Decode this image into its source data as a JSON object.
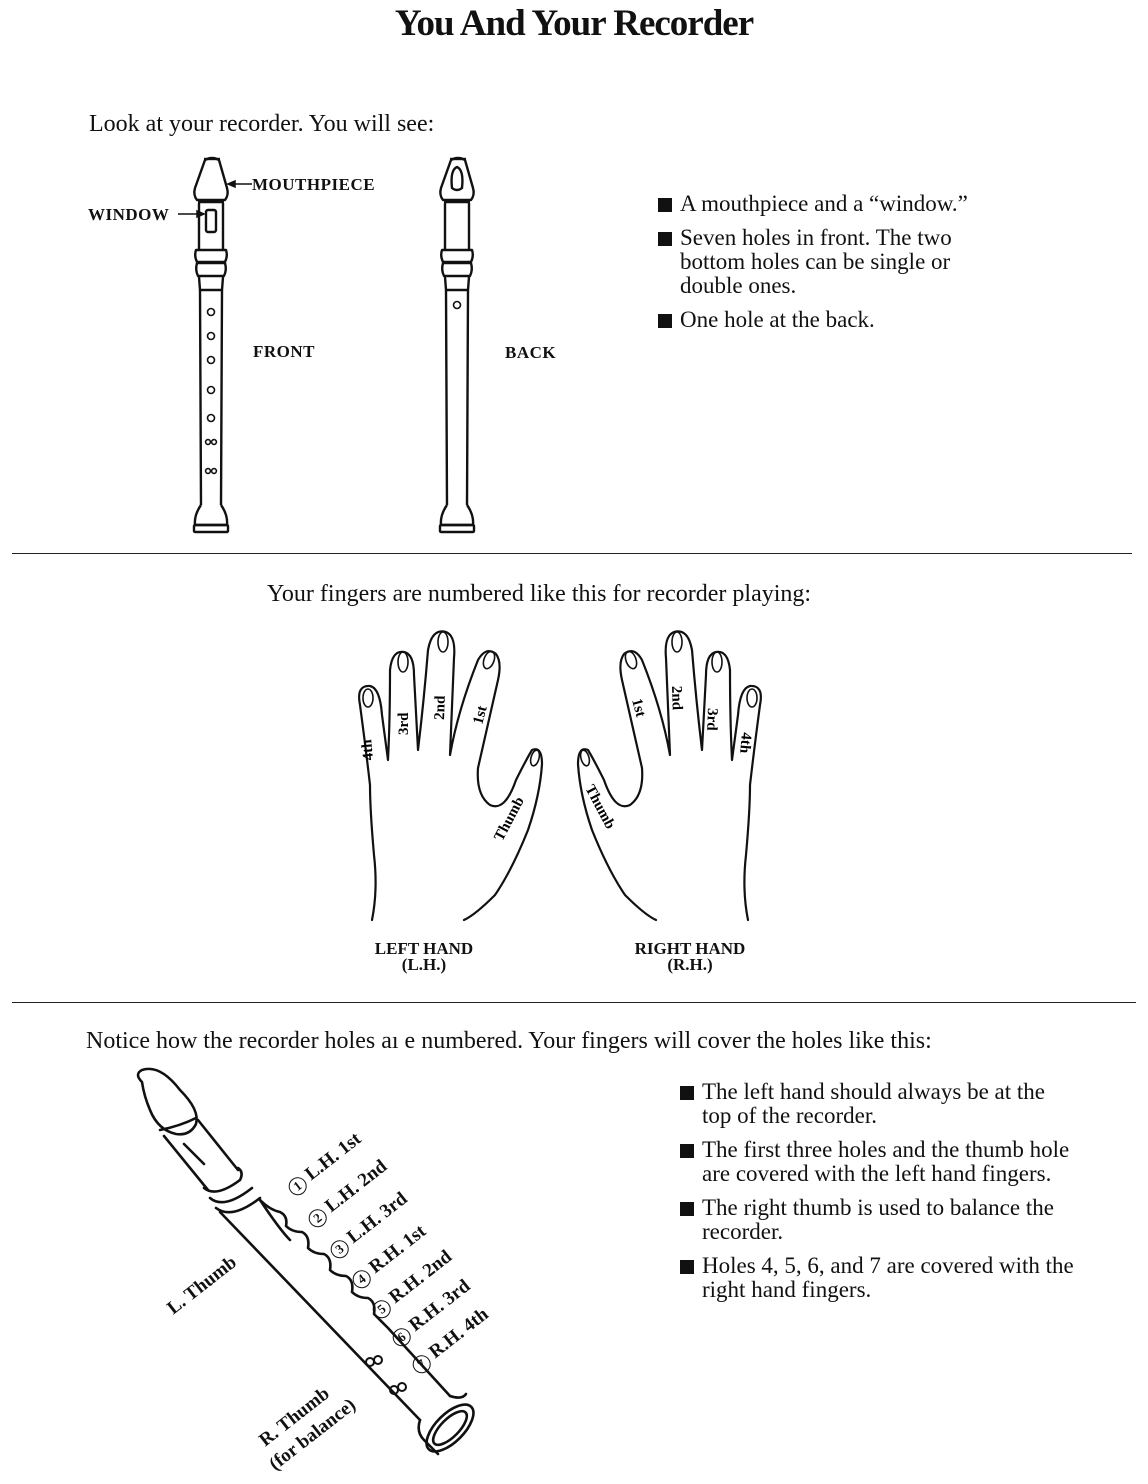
{
  "title": "You And Your Recorder",
  "section1": {
    "intro": "Look at your recorder. You will see:",
    "labels": {
      "mouthpiece": "MOUTHPIECE",
      "window": "WINDOW",
      "front": "FRONT",
      "back": "BACK"
    },
    "bullets": [
      "A mouthpiece and a “window.”",
      "Seven holes in front. The two bottom holes can be single or double ones.",
      "One hole at the back."
    ]
  },
  "section2": {
    "intro": "Your fingers are numbered like this for recorder playing:",
    "left_hand": {
      "label": "LEFT HAND",
      "abbr": "(L.H.)",
      "fingers": [
        "4th",
        "3rd",
        "2nd",
        "1st",
        "Thumb"
      ]
    },
    "right_hand": {
      "label": "RIGHT HAND",
      "abbr": "(R.H.)",
      "fingers": [
        "1st",
        "2nd",
        "3rd",
        "4th",
        "Thumb"
      ]
    }
  },
  "section3": {
    "intro": "Notice how the recorder holes aı e numbered. Your fingers will cover the holes like this:",
    "holes": [
      {
        "num": "1",
        "label": "L.H. 1st"
      },
      {
        "num": "2",
        "label": "L.H. 2nd"
      },
      {
        "num": "3",
        "label": "L.H. 3rd"
      },
      {
        "num": "4",
        "label": "R.H. 1st"
      },
      {
        "num": "5",
        "label": "R.H. 2nd"
      },
      {
        "num": "6",
        "label": "R.H. 3rd"
      },
      {
        "num": "7",
        "label": "R.H. 4th"
      }
    ],
    "l_thumb": "L. Thumb",
    "r_thumb": "R. Thumb",
    "r_thumb_note": "(for balance)",
    "bullets": [
      "The left hand should always be at the top of the recorder.",
      "The first three holes and the thumb hole are covered with the left hand fingers.",
      "The right thumb is used to balance the recorder.",
      "Holes 4, 5, 6, and 7 are covered with the right hand fingers."
    ]
  }
}
